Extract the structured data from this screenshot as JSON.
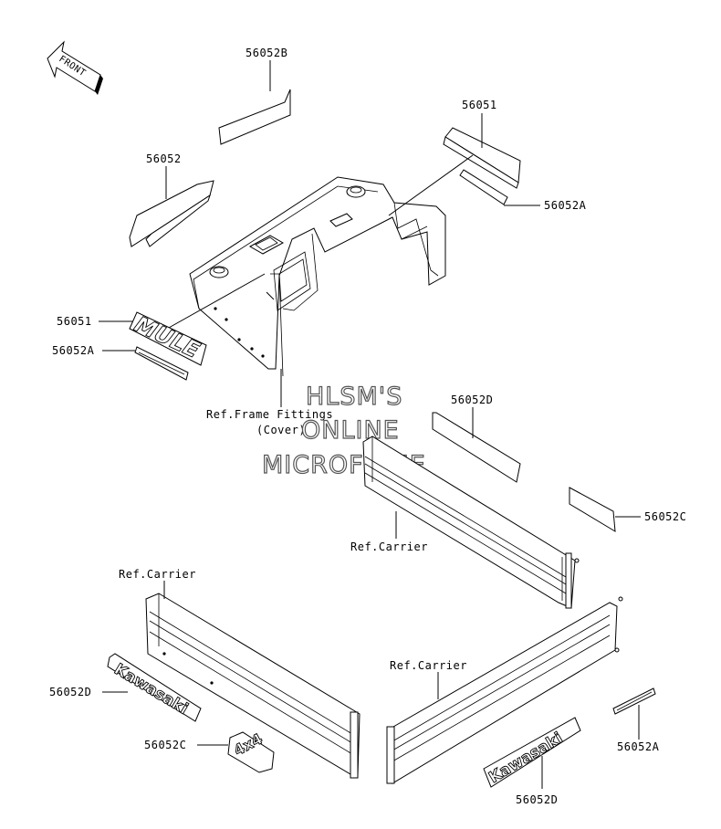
{
  "front_arrow": {
    "text": "FRONT"
  },
  "labels": {
    "p56052b": "56052B",
    "p56051_top": "56051",
    "p56052_left": "56052",
    "p56052a_right": "56052A",
    "p56051_left": "56051",
    "p56052a_left": "56052A",
    "ref_frame_1": "Ref.Frame Fittings",
    "ref_frame_2": "(Cover)",
    "p56052d_mid": "56052D",
    "p56052c_right": "56052C",
    "ref_carrier_mid": "Ref.Carrier",
    "ref_carrier_left": "Ref.Carrier",
    "ref_carrier_right": "Ref.Carrier",
    "p56052d_left": "56052D",
    "p56052c_left": "56052C",
    "p56052a_low": "56052A",
    "p56052d_bottom": "56052D"
  },
  "emblems": {
    "mule": "MULE",
    "kawasaki_left": "Kawasaki",
    "kawasaki_right": "Kawasaki",
    "four_by_four": "4x4"
  },
  "watermark": {
    "line1": "HLSM'S",
    "line2": "ONLINE",
    "line3": "MICROFICHE"
  }
}
